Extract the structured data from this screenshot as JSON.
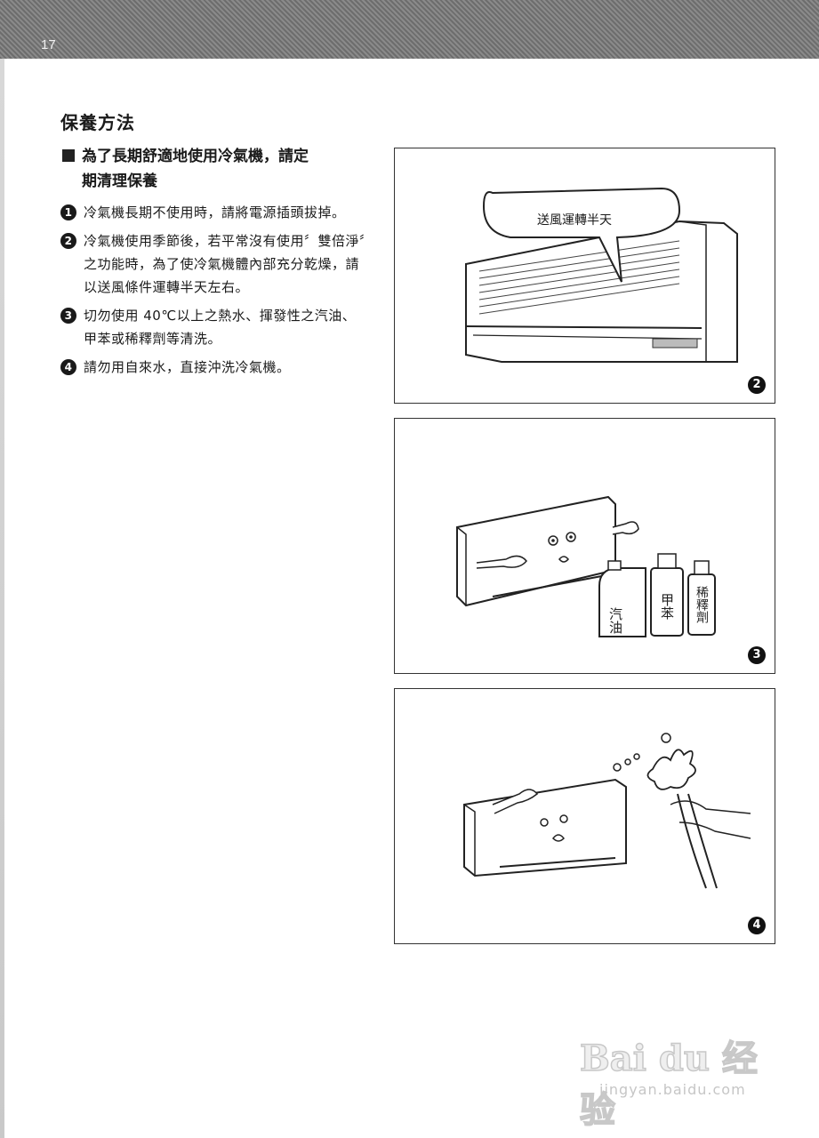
{
  "page": {
    "number": "17"
  },
  "section": {
    "title": "保養方法"
  },
  "subhead": {
    "line1": "為了長期舒適地使用冷氣機，請定",
    "line2": "期清理保養"
  },
  "items": [
    {
      "num": "1",
      "text": "冷氣機長期不使用時，請將電源插頭拔掉。"
    },
    {
      "num": "2",
      "text": "冷氣機使用季節後，若平常沒有使用〞雙倍淨〞之功能時，為了使冷氣機體內部充分乾燥，請以送風條件運轉半天左右。"
    },
    {
      "num": "3",
      "text": "切勿使用 40℃以上之熱水、揮發性之汽油、甲苯或稀釋劑等清洗。"
    },
    {
      "num": "4",
      "text": "請勿用自來水，直接沖洗冷氣機。"
    }
  ],
  "figures": [
    {
      "badge": "2",
      "bubble": "送風運轉半天"
    },
    {
      "badge": "3",
      "bottles": [
        "汽油",
        "甲苯",
        "稀釋劑"
      ]
    },
    {
      "badge": "4"
    }
  ],
  "watermark": {
    "brand": "Bai du 经验",
    "url": "jingyan.baidu.com"
  }
}
